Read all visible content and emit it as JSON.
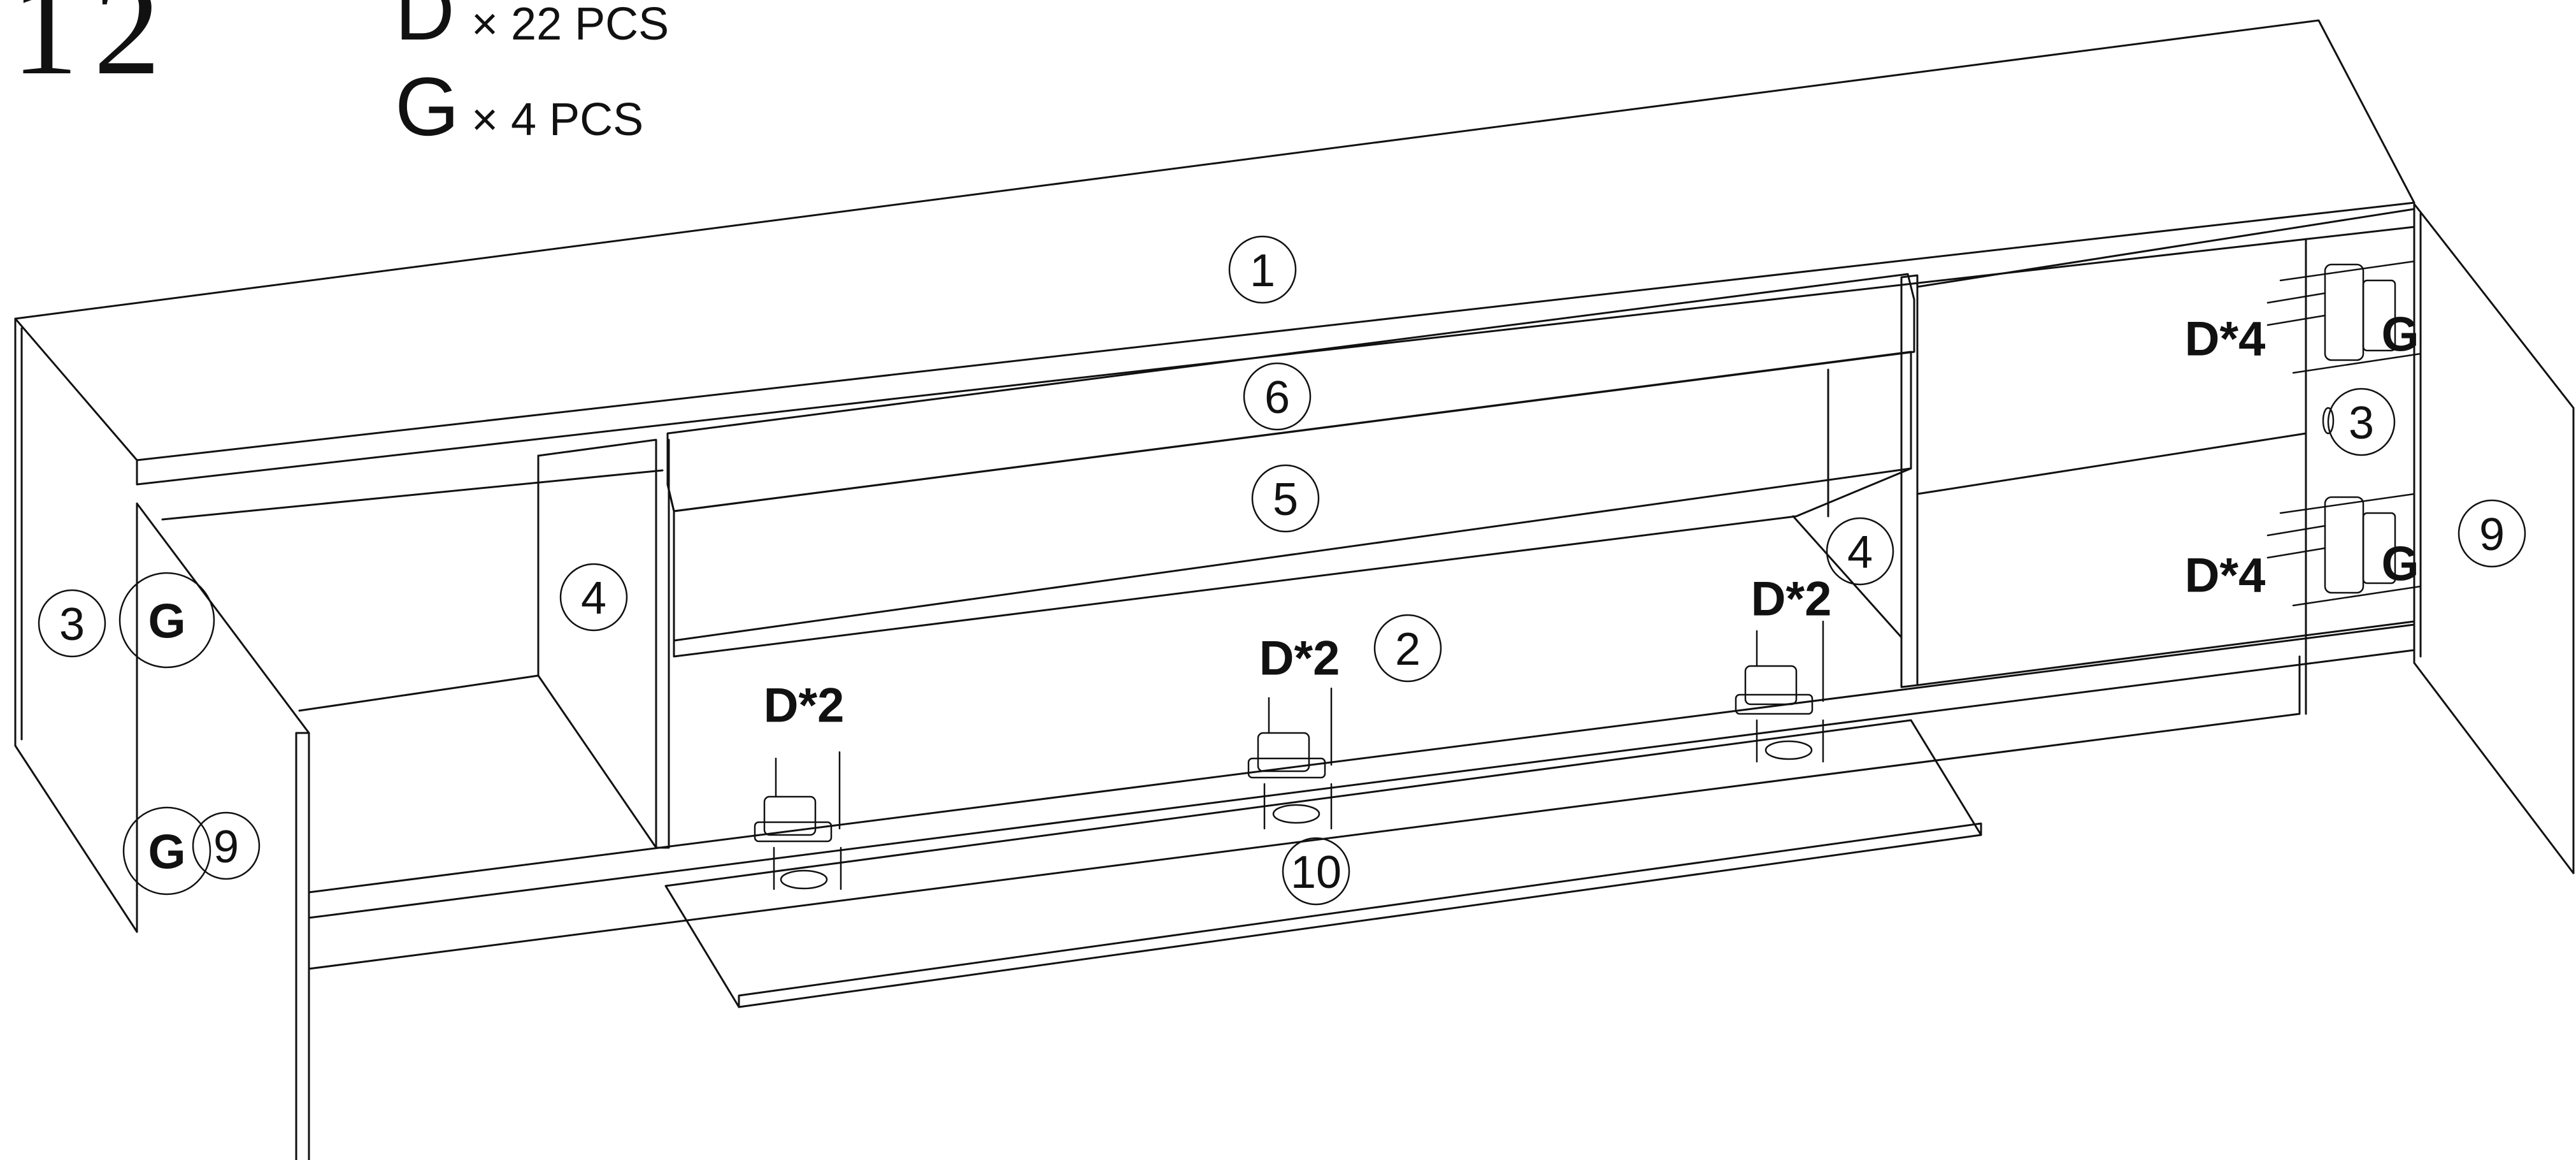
{
  "step": {
    "number": "12"
  },
  "parts": [
    {
      "letter": "D",
      "quantity": "× 22 PCS"
    },
    {
      "letter": "G",
      "quantity": "× 4 PCS"
    }
  ],
  "part_callouts": {
    "top_panel": "1",
    "bottom_panel": "2",
    "door_left": "3",
    "door_right": "3",
    "divider_left": "4",
    "divider_right": "4",
    "shelf": "5",
    "back_rail": "6",
    "left_side": "9",
    "right_side": "9",
    "flap_door": "10"
  },
  "hinge_labels": {
    "left_door": "G",
    "left_door_lower": "G",
    "right_upper": "G",
    "right_lower": "G"
  },
  "screw_labels": {
    "flap_left": "D*2",
    "flap_mid": "D*2",
    "flap_right": "D*2",
    "right_upper": "D*4",
    "right_lower": "D*4"
  },
  "colors": {
    "ink": "#111111",
    "paper": "#ffffff"
  }
}
